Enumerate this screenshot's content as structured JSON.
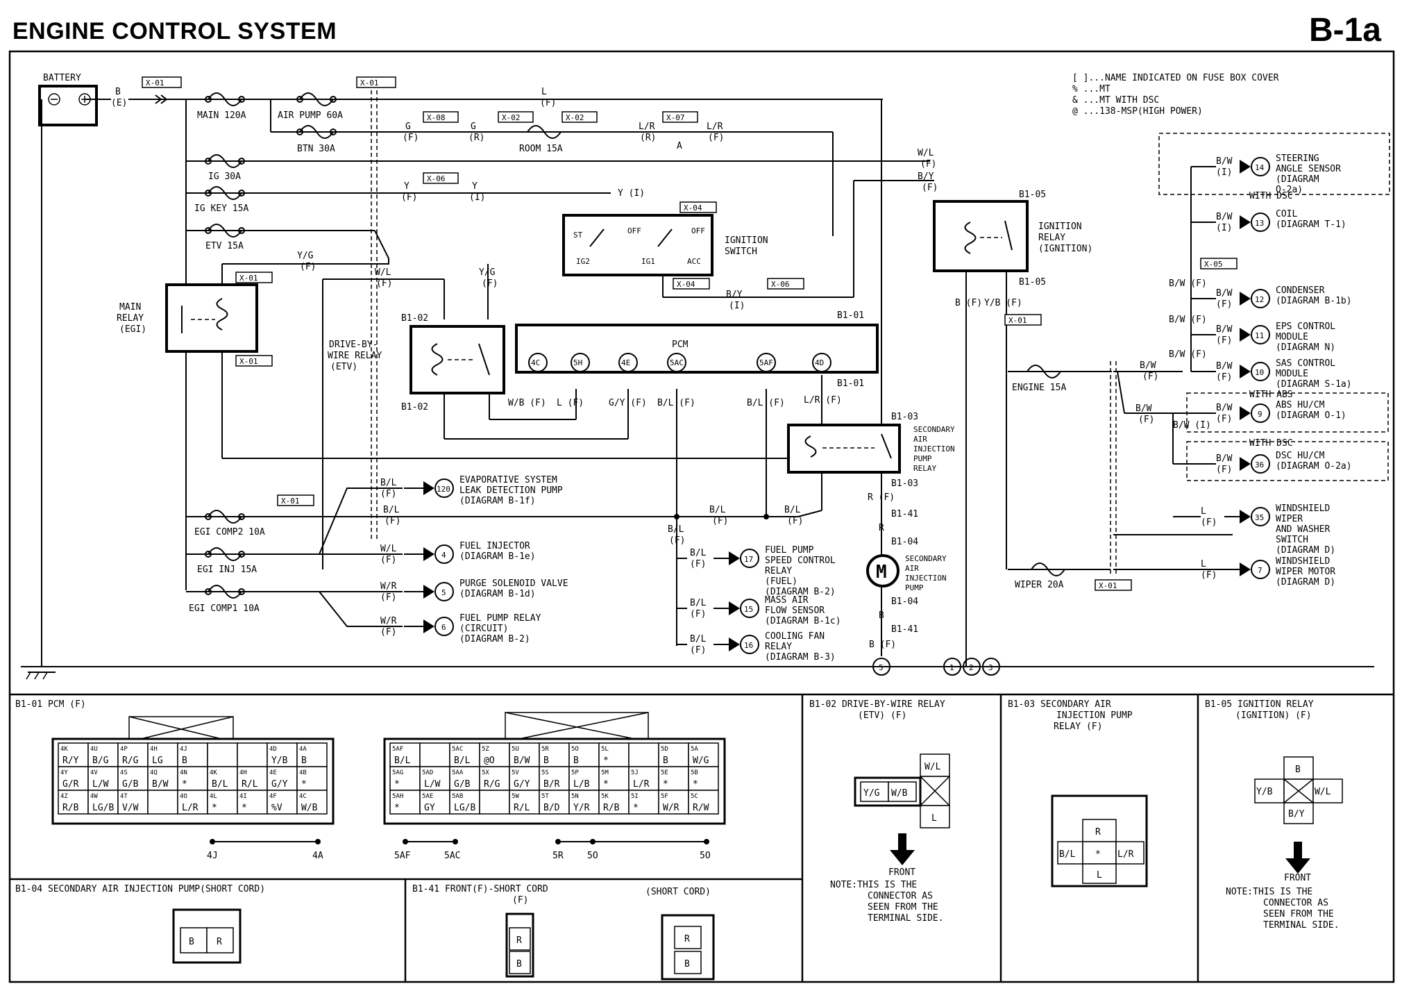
{
  "page": {
    "title": "ENGINE CONTROL SYSTEM",
    "code": "B-1a"
  },
  "legend": [
    "[ ]...NAME INDICATED ON FUSE BOX COVER",
    "% ...MT",
    "& ...MT WITH DSC",
    "@ ...138-MSP(HIGH POWER)"
  ],
  "labels": {
    "battery": "BATTERY",
    "b_e": "B",
    "e": "(E)",
    "x01": "X-01",
    "x02": "X-02",
    "x04": "X-04",
    "x05": "X-05",
    "x06": "X-06",
    "x07": "X-07",
    "x08": "X-08",
    "main120": "MAIN 120A",
    "airpump60": "AIR PUMP 60A",
    "btn30": "BTN 30A",
    "room15": "ROOM 15A",
    "ig30": "IG 30A",
    "igkey15": "IG KEY 15A",
    "etv15": "ETV 15A",
    "main_relay": "MAIN",
    "main_relay2": "RELAY",
    "main_relay3": "(EGI)",
    "dbw": "DRIVE-BY-",
    "dbw2": "WIRE RELAY",
    "dbw3": "(ETV)",
    "ign_switch": "IGNITION",
    "ign_switch2": "SWITCH",
    "ign_relay": "IGNITION",
    "ign_relay2": "RELAY",
    "ign_relay3": "(IGNITION)",
    "pcm": "PCM",
    "sec_air": "SECONDARY",
    "sec_air2": "AIR",
    "sec_air3": "INJECTION",
    "sec_air4": "PUMP",
    "sec_air5": "RELAY",
    "sec_pump": "SECONDARY",
    "sec_pump2": "AIR",
    "sec_pump3": "INJECTION",
    "sec_pump4": "PUMP",
    "engine15": "ENGINE 15A",
    "wiper20": "WIPER 20A",
    "egi_comp2": "EGI COMP2 10A",
    "egi_inj": "EGI INJ 15A",
    "egi_comp1": "EGI COMP1 10A",
    "with_dsc": "WITH DSC",
    "with_abs": "WITH ABS",
    "st": "ST",
    "off": "OFF",
    "ig2": "IG2",
    "ig1": "IG1",
    "acc": "ACC",
    "b101": "B1-01",
    "b102": "B1-02",
    "b103": "B1-03",
    "b104": "B1-04",
    "b105": "B1-05",
    "b141": "B1-41"
  },
  "pcm_pins": [
    "4C",
    "5H",
    "4E",
    "5AC",
    "5AF",
    "4D"
  ],
  "pcm_wires": [
    "W/B (F)",
    "L (F)",
    "G/Y (F)",
    "B/L (F)",
    "B/L (F)"
  ],
  "left_loads": [
    {
      "wire": "B/L",
      "loc": "(F)",
      "num": "120",
      "lines": [
        "EVAPORATIVE SYSTEM",
        "LEAK DETECTION PUMP",
        "(DIAGRAM B-1f)"
      ]
    },
    {
      "wire": "W/L",
      "loc": "(F)",
      "num": "4",
      "lines": [
        "FUEL INJECTOR",
        "(DIAGRAM B-1e)"
      ]
    },
    {
      "wire": "W/R",
      "loc": "(F)",
      "num": "5",
      "lines": [
        "PURGE SOLENOID VALVE",
        "(DIAGRAM B-1d)"
      ]
    },
    {
      "wire": "W/R",
      "loc": "(F)",
      "num": "6",
      "lines": [
        "FUEL PUMP RELAY",
        "(CIRCUIT)",
        "(DIAGRAM B-2)"
      ]
    }
  ],
  "mid_loads": [
    {
      "wire": "B/L",
      "loc": "(F)",
      "num": "17",
      "lines": [
        "FUEL PUMP",
        "SPEED CONTROL",
        "RELAY",
        "(FUEL)",
        "(DIAGRAM B-2)"
      ]
    },
    {
      "wire": "B/L",
      "loc": "(F)",
      "num": "15",
      "lines": [
        "MASS AIR",
        "FLOW SENSOR",
        "(DIAGRAM B-1c)"
      ]
    },
    {
      "wire": "B/L",
      "loc": "(F)",
      "num": "16",
      "lines": [
        "COOLING FAN",
        "RELAY",
        "(DIAGRAM B-3)"
      ]
    }
  ],
  "right_loads": [
    {
      "wire": "B/W",
      "loc": "(I)",
      "num": "14",
      "lines": [
        "STEERING",
        "ANGLE SENSOR",
        "(DIAGRAM",
        "O-2a)"
      ]
    },
    {
      "wire": "B/W",
      "loc": "(I)",
      "num": "13",
      "lines": [
        "COIL",
        "(DIAGRAM T-1)"
      ]
    },
    {
      "wire": "B/W",
      "loc": "(F)",
      "num": "12",
      "lines": [
        "CONDENSER",
        "(DIAGRAM B-1b)"
      ]
    },
    {
      "wire": "B/W",
      "loc": "(F)",
      "num": "11",
      "lines": [
        "EPS CONTROL",
        "MODULE",
        "(DIAGRAM N)"
      ]
    },
    {
      "wire": "B/W",
      "loc": "(F)",
      "num": "10",
      "lines": [
        "SAS CONTROL",
        "MODULE",
        "(DIAGRAM S-1a)"
      ]
    },
    {
      "wire": "B/W",
      "loc": "(F)",
      "num": "9",
      "lines": [
        "ABS HU/CM",
        "(DIAGRAM O-1)"
      ]
    },
    {
      "wire": "B/W",
      "loc": "(F)",
      "num": "36",
      "lines": [
        "DSC HU/CM",
        "(DIAGRAM O-2a)"
      ]
    },
    {
      "wire": "L",
      "loc": "(F)",
      "num": "35",
      "lines": [
        "WINDSHIELD",
        "WIPER",
        "AND WASHER",
        "SWITCH",
        "(DIAGRAM D)"
      ]
    },
    {
      "wire": "L",
      "loc": "(F)",
      "num": "7",
      "lines": [
        "WINDSHIELD",
        "WIPER MOTOR",
        "(DIAGRAM D)"
      ]
    }
  ],
  "ground_nums": [
    "5",
    "1",
    "2",
    "3"
  ],
  "connectors": {
    "b101": {
      "title": "B1-01 PCM (F)",
      "left_rows": [
        [
          [
            "4K",
            "R/Y"
          ],
          [
            "4U",
            "B/G"
          ],
          [
            "4P",
            "R/G"
          ],
          [
            "4H",
            "LG"
          ],
          [
            "4J",
            "B"
          ],
          [
            "",
            ""
          ],
          [
            "",
            ""
          ],
          [
            "4D",
            "Y/B"
          ],
          [
            "4A",
            "B"
          ]
        ],
        [
          [
            "4Y",
            "G/R"
          ],
          [
            "4V",
            "L/W"
          ],
          [
            "4S",
            "G/B"
          ],
          [
            "4Q",
            "B/W"
          ],
          [
            "4N",
            "*"
          ],
          [
            "4K",
            "B/L"
          ],
          [
            "4H",
            "R/L"
          ],
          [
            "4E",
            "G/Y"
          ],
          [
            "4B",
            "*"
          ]
        ],
        [
          [
            "4Z",
            "R/B"
          ],
          [
            "4W",
            "LG/B"
          ],
          [
            "4T",
            "V/W"
          ],
          [
            "",
            ""
          ],
          [
            "4O",
            "L/R"
          ],
          [
            "4L",
            "*"
          ],
          [
            "4I",
            "*"
          ],
          [
            "4F",
            "%V"
          ],
          [
            "4C",
            "W/B"
          ]
        ]
      ],
      "right_rows": [
        [
          [
            "5AF",
            "B/L"
          ],
          [
            "",
            ""
          ],
          [
            "5AC",
            "B/L"
          ],
          [
            "5Z",
            "@O"
          ],
          [
            "5U",
            "B/W"
          ],
          [
            "5R",
            "B"
          ],
          [
            "5O",
            "B"
          ],
          [
            "5L",
            "*"
          ],
          [
            "",
            ""
          ],
          [
            "5D",
            "B"
          ],
          [
            "5A",
            "W/G"
          ]
        ],
        [
          [
            "5AG",
            "*"
          ],
          [
            "5AD",
            "L/W"
          ],
          [
            "5AA",
            "G/B"
          ],
          [
            "5X",
            "R/G"
          ],
          [
            "5V",
            "G/Y"
          ],
          [
            "5S",
            "B/R"
          ],
          [
            "5P",
            "L/B"
          ],
          [
            "5M",
            "*"
          ],
          [
            "5J",
            "L/R"
          ],
          [
            "5E",
            "*"
          ],
          [
            "5B",
            "*"
          ]
        ],
        [
          [
            "5AH",
            "*"
          ],
          [
            "5AE",
            "GY"
          ],
          [
            "5AB",
            "LG/B"
          ],
          [
            "",
            ""
          ],
          [
            "5W",
            "R/L"
          ],
          [
            "5T",
            "B/D"
          ],
          [
            "5N",
            "Y/R"
          ],
          [
            "5K",
            "R/B"
          ],
          [
            "5I",
            "*"
          ],
          [
            "5F",
            "W/R"
          ],
          [
            "5C",
            "R/W"
          ]
        ]
      ],
      "bridges": [
        "4J",
        "4A",
        "5AF",
        "5AC",
        "5R",
        "5O",
        "5O"
      ]
    },
    "b102": {
      "title": "B1-02 DRIVE-BY-WIRE RELAY",
      "title2": "(ETV) (F)",
      "pins": [
        "W/L",
        "Y/G",
        "W/B",
        "L"
      ]
    },
    "b103": {
      "title": "B1-03 SECONDARY AIR",
      "title2": "INJECTION PUMP",
      "title3": "RELAY (F)",
      "pins": [
        "R",
        "B/L",
        "*",
        "L/R",
        "L"
      ]
    },
    "b105": {
      "title": "B1-05 IGNITION RELAY",
      "title2": "(IGNITION) (F)",
      "pins": [
        "B",
        "Y/B",
        "W/L",
        "B/Y"
      ]
    },
    "b104": {
      "title": "B1-04 SECONDARY AIR INJECTION PUMP(SHORT CORD)",
      "pins": [
        "B",
        "R"
      ]
    },
    "b141": {
      "title": "B1-41 FRONT(F)-SHORT CORD",
      "sub1": "(F)",
      "sub2": "(SHORT CORD)",
      "pins": [
        "R",
        "B"
      ]
    },
    "front": "FRONT",
    "note": [
      "NOTE:THIS IS THE",
      "CONNECTOR AS",
      "SEEN FROM THE",
      "TERMINAL SIDE."
    ]
  }
}
